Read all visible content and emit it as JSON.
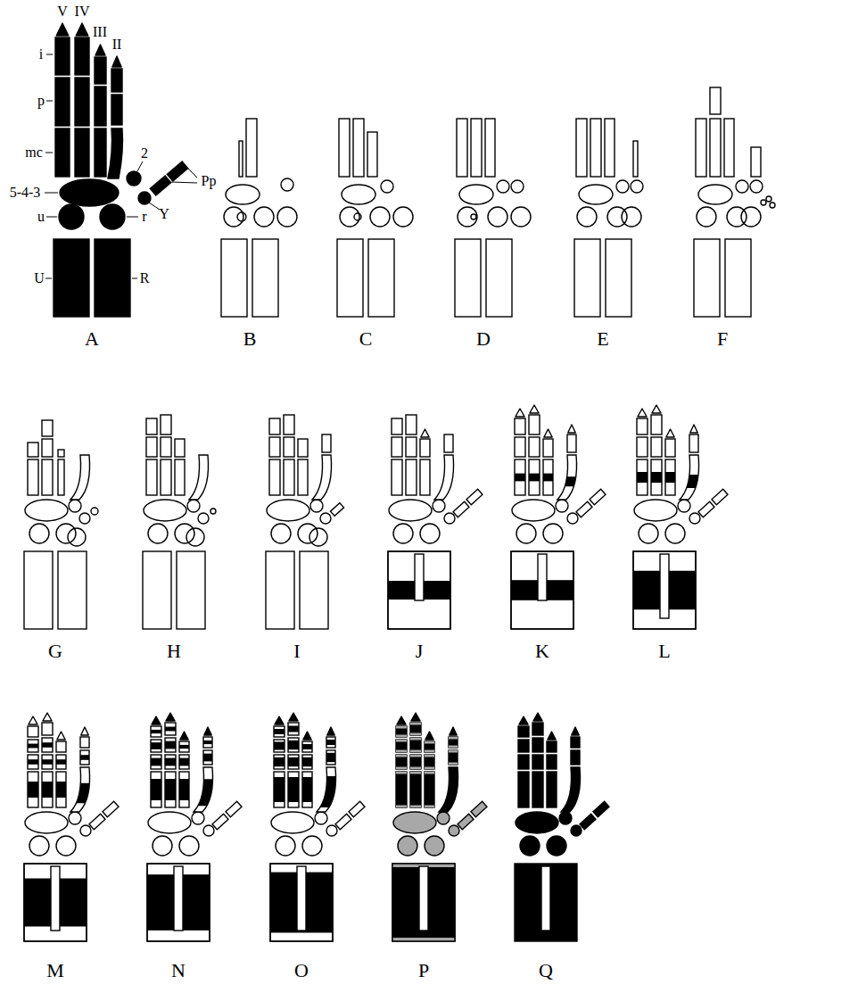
{
  "diagram": {
    "labels": [
      "V",
      "IV",
      "III",
      "II",
      "i",
      "p",
      "mc",
      "5-4-3",
      "2",
      "Pp",
      "Y",
      "u",
      "r",
      "U",
      "R",
      "A",
      "B",
      "C",
      "D",
      "E",
      "F",
      "G",
      "H",
      "I",
      "J",
      "K",
      "L",
      "M",
      "N",
      "O",
      "P",
      "Q"
    ]
  }
}
